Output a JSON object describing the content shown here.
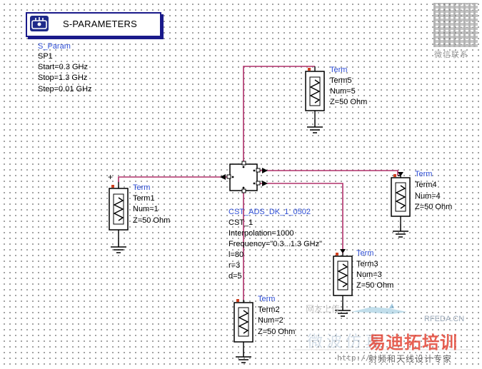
{
  "sparam_block": {
    "title": "S-PARAMETERS",
    "lines": [
      "S_Param",
      "SP1",
      "Start=0.3 GHz",
      "Stop=1.3 GHz",
      "Step=0.01 GHz"
    ]
  },
  "component": {
    "lines": [
      "CST_ADS_DK_1_0502",
      "CST_1",
      "Interpolation=1000",
      "Frequency=\"0.3...1.3 GHz\"",
      "l=80",
      "r=3",
      "d=5"
    ]
  },
  "terms": [
    {
      "kind": "Term",
      "name": "Term1",
      "num": "Num=1",
      "z": "Z=50 Ohm"
    },
    {
      "kind": "Term",
      "name": "Term2",
      "num": "Num=2",
      "z": "Z=50 Ohm"
    },
    {
      "kind": "Term",
      "name": "Term3",
      "num": "Num=3",
      "z": "Z=50 Ohm"
    },
    {
      "kind": "Term",
      "name": "Term4",
      "num": "Num=4",
      "z": "Z=50 Ohm"
    },
    {
      "kind": "Term",
      "name": "Term5",
      "num": "Num=5",
      "z": "Z=50 Ohm"
    }
  ],
  "plus_sign": "+",
  "watermarks": {
    "qr_caption": "微信联系",
    "rfeda": "RFEDA.CN",
    "brand_main": "易迪拓培训",
    "brand_sub": "射频和天线设计专家",
    "left_text": "微波仿真",
    "url": "http://",
    "faint": "网友上传"
  },
  "colors": {
    "wire": "#b0306a",
    "term_label": "#2f4fd6",
    "body": "#000000",
    "brand_red": "#e23a2a"
  }
}
